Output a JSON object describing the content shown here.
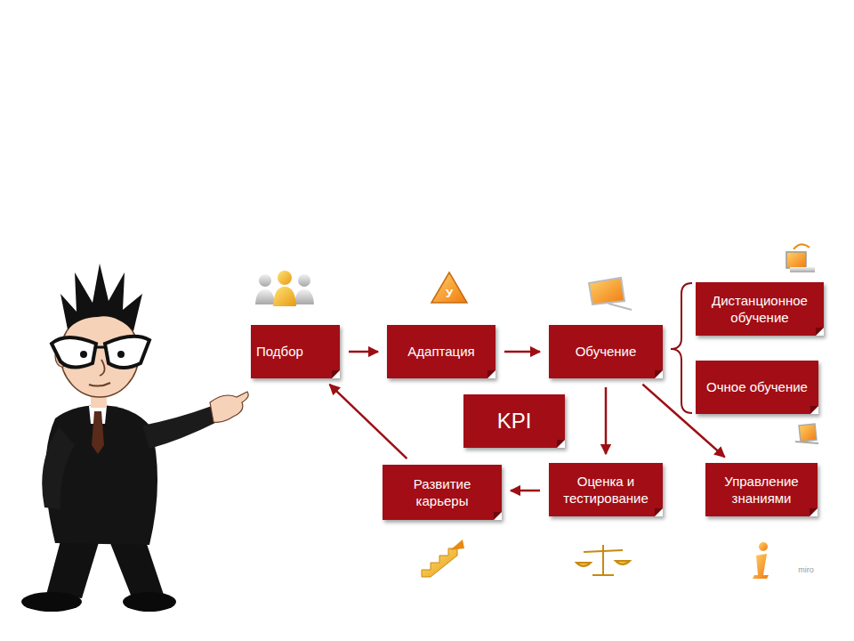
{
  "diagram": {
    "nodes": [
      {
        "text": [
          "Подбор"
        ]
      },
      {
        "text": [
          "Адаптация"
        ]
      },
      {
        "text": [
          "Обучение"
        ]
      },
      {
        "text": [
          "Дистанционное обучение"
        ]
      },
      {
        "text": [
          "Очное обучение"
        ]
      },
      {
        "text": [
          "KPI"
        ]
      },
      {
        "text": [
          "Развитие карьеры"
        ]
      },
      {
        "text": [
          "Оценка и тестирование"
        ]
      },
      {
        "text": [
          "Управление знаниями"
        ]
      }
    ],
    "edges": [
      {
        "from": 0,
        "to": 1,
        "arrow": "to"
      },
      {
        "from": 1,
        "to": 2,
        "arrow": "to"
      },
      {
        "from": 2,
        "to": 7,
        "arrow": "to"
      },
      {
        "from": 2,
        "to": 8,
        "arrow": "to"
      },
      {
        "from": 7,
        "to": 6,
        "arrow": "to"
      },
      {
        "from": 6,
        "to": 0,
        "arrow": "to"
      }
    ],
    "labels": [
      "У",
      "miro"
    ]
  }
}
